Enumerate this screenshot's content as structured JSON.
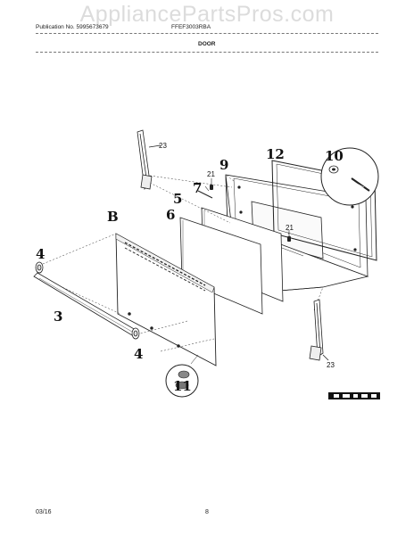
{
  "watermark": "AppliancePartsPros.com",
  "header": {
    "publication": "Publication No. 5995673679",
    "model": "FFEF3003RBA",
    "section": "DOOR"
  },
  "callouts": {
    "hinge_top": "23",
    "hinge_bottom": "23",
    "screw_top": "21",
    "screw_mid": "21",
    "inner_door": "9",
    "door_gasket": "12",
    "screw_pack": "10",
    "screw_bolt": "7",
    "glass_panel": "5",
    "glass_inner": "6",
    "outer_door": "B",
    "handle_end_left": "4",
    "handle": "3",
    "handle_end_right": "4",
    "screws_bottom": "11"
  },
  "footer": {
    "date": "03/16",
    "page": "8"
  }
}
